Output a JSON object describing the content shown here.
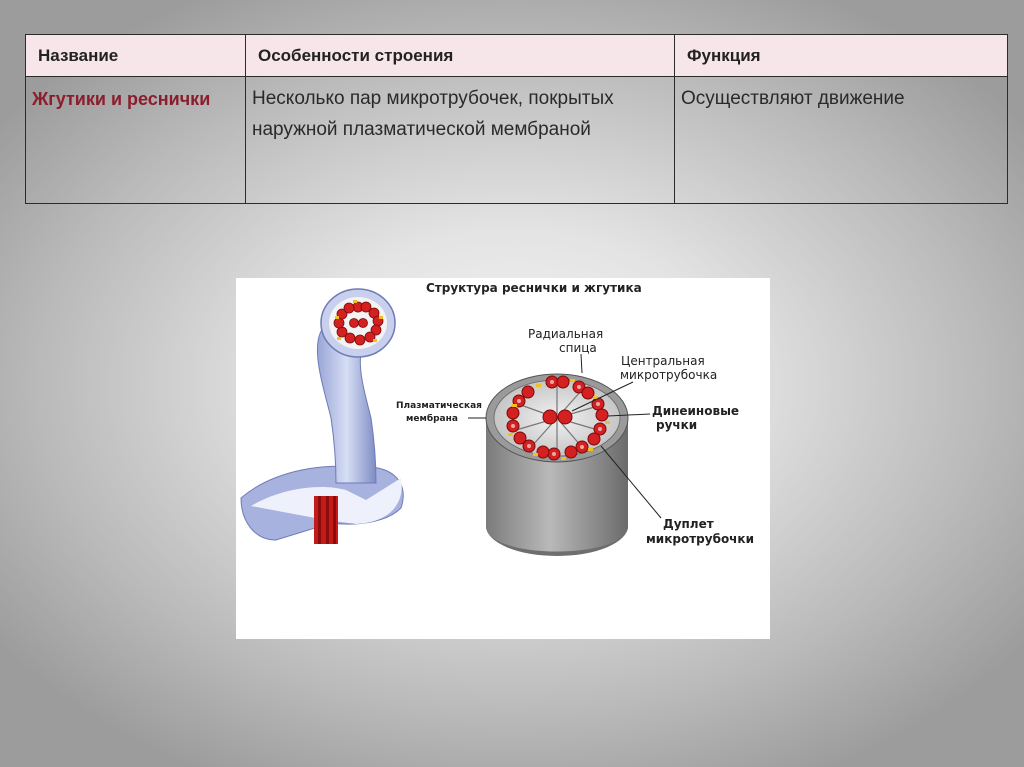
{
  "table": {
    "headers": [
      "Название",
      "Особенности строения",
      "Функция"
    ],
    "row": {
      "name": "Жгутики и реснички",
      "structure": "Несколько пар микротрубочек, покрытых наружной плазматической мембраной",
      "function": "Осуществляют  движение"
    }
  },
  "figure": {
    "title": "Структура реснички и жгутика",
    "labels": {
      "membrane_1": "Плазматическая",
      "membrane_2": "мембрана",
      "radial_1": "Радиальная",
      "radial_2": "спица",
      "central_1": "Центральная",
      "central_2": "микротрубочка",
      "dynein_1": "Динеиновые",
      "dynein_2": "ручки",
      "doublet_1": "Дуплет",
      "doublet_2": "микротрубочки"
    }
  },
  "colors": {
    "accent_red": "#8b1d2c",
    "header_bg": "#f6e6e9",
    "tubule_red": "#d42020"
  }
}
